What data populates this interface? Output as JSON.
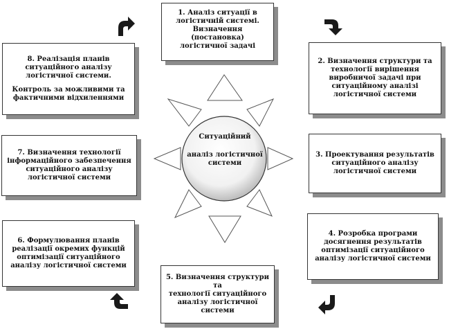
{
  "center": {
    "line1": "Ситуаційний",
    "line2": "аналіз логістичної",
    "line3": "системи"
  },
  "boxes": {
    "b1": [
      "1. Аналіз ситуації  в",
      "логістичній  системі.",
      "Визначення (постановка)",
      "логістичної  задачі"
    ],
    "b2": [
      "2. Визначення структури та",
      "технології  вирішення",
      "виробничої задачі при",
      "ситуаційному  аналізі",
      "логістичної системи"
    ],
    "b3": [
      "3. Проектування результатів",
      "ситуаційного   аналізу",
      "логістичної системи"
    ],
    "b4": [
      "4. Розробка програми",
      "досягнення результатів",
      "оптимізації ситуаційного",
      "аналізу логістичної системи"
    ],
    "b5": [
      "5. Визначення структури та",
      "технології  ситуаційного",
      "аналізу логістичної",
      "системи"
    ],
    "b6": [
      "6. Формулювання планів",
      "реалізації окремих функцій",
      "оптимізації ситуаційного",
      "аналізу логістичної системи"
    ],
    "b7": [
      "7. Визначення технології",
      "інформаційного забезпечення",
      "ситуаційного   аналізу",
      "логістичної системи"
    ],
    "b8": [
      "8. Реалізація планів",
      "ситуаційного  аналізу",
      "логістичної системи.",
      "Контроль за можливими та",
      "фактичними відхиленнями"
    ]
  }
}
